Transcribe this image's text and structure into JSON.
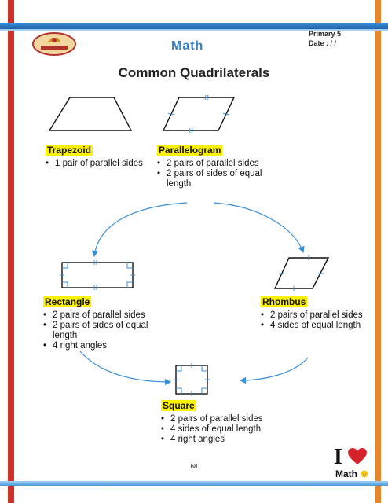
{
  "header": {
    "grade": "Primary 5",
    "date_label": "Date :  /  /",
    "subject_logo": "Math",
    "school_emblem": "school-crest-icon"
  },
  "page": {
    "title": "Common Quadrilaterals",
    "page_number": "68",
    "footer_logo": {
      "i": "I",
      "text": "Math"
    }
  },
  "shapes": [
    {
      "name": "Trapezoid",
      "points": [
        "1 pair of parallel sides"
      ]
    },
    {
      "name": "Parallelogram",
      "points": [
        "2 pairs of parallel sides",
        "2 pairs of sides of equal length"
      ]
    },
    {
      "name": "Rectangle",
      "points": [
        "2 pairs of parallel sides",
        "2 pairs of sides of equal length",
        "4 right angles"
      ]
    },
    {
      "name": "Rhombus",
      "points": [
        "2 pairs of parallel sides",
        "4 sides of equal length"
      ]
    },
    {
      "name": "Square",
      "points": [
        "2 pairs of parallel sides",
        "4 sides of equal length",
        "4 right angles"
      ]
    }
  ],
  "colors": {
    "highlight": "#fff200",
    "mark": "#3a8fd6",
    "left_bar": "#c8322b",
    "right_bar": "#e8862a",
    "band": "#3d8fd6"
  }
}
